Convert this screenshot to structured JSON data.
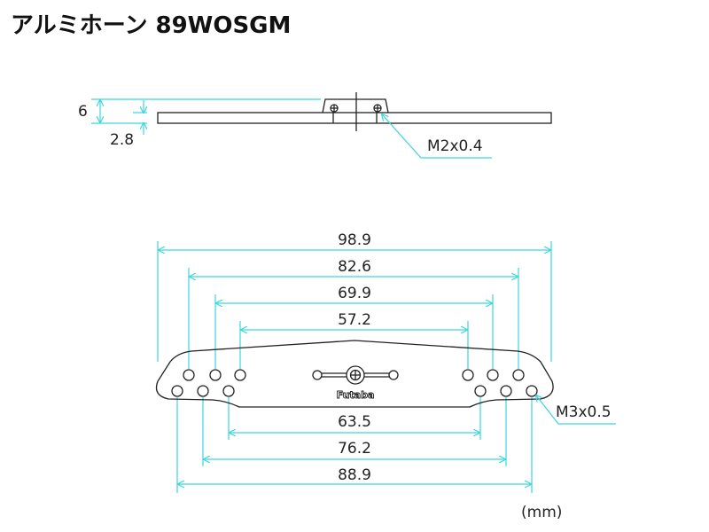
{
  "title": "アルミホーン 89WOSGM",
  "side_view": {
    "height_total": "6",
    "plate_thickness": "2.8",
    "screw_thread": "M2x0.4"
  },
  "top_view": {
    "upper_dims": [
      "98.9",
      "82.6",
      "69.9",
      "57.2"
    ],
    "lower_dims": [
      "63.5",
      "76.2",
      "88.9"
    ],
    "hole_thread": "M3x0.5",
    "brand": "Futaba"
  },
  "unit": "(mm)",
  "colors": {
    "dimension": "#3cd6dc",
    "outline": "#222222"
  }
}
